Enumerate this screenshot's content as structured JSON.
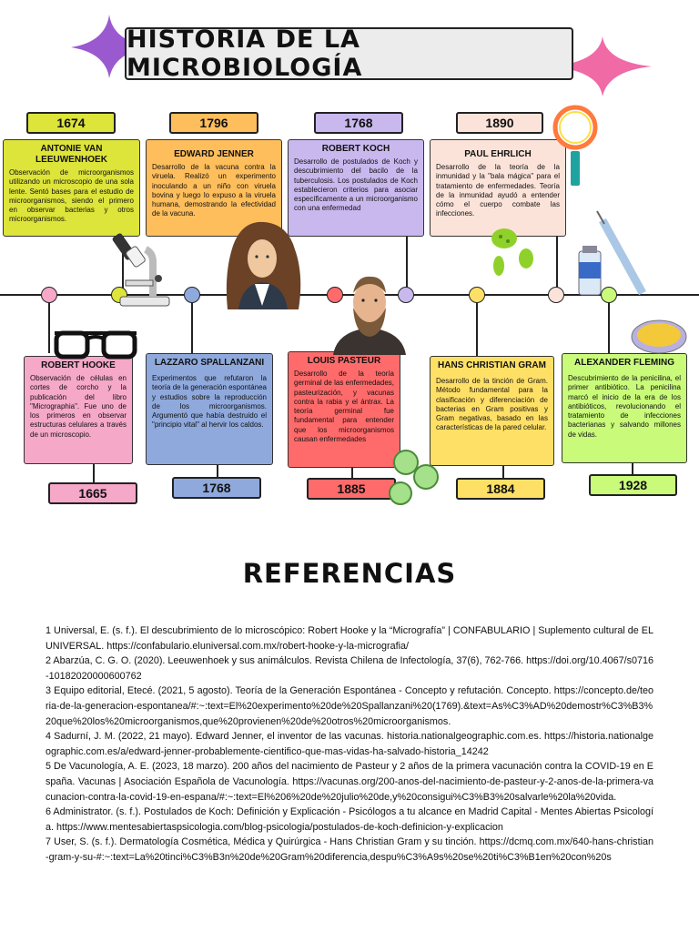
{
  "title": "HISTORIA DE LA MICROBIOLOGÍA",
  "top_events": [
    {
      "year": "1674",
      "name": "ANTONIE VAN LEEUWENHOEK",
      "desc": "Observación de microorganismos utilizando un microscopio de una sola lente. Sentó bases para el estudio de microorganismos, siendo el primero en observar bacterias y otros microorganismos."
    },
    {
      "year": "1796",
      "name": "EDWARD JENNER",
      "desc": "Desarrollo de la vacuna contra la viruela. Realizó un experimento inoculando a un niño con viruela bovina y luego lo expuso a la viruela humana, demostrando la efectividad de la vacuna."
    },
    {
      "year": "1768",
      "name": "ROBERT KOCH",
      "desc": "Desarrollo de postulados de Koch y descubrimiento del bacilo de la tuberculosis. Los postulados de Koch establecieron criterios para asociar específicamente a un microorganismo con una enfermedad"
    },
    {
      "year": "1890",
      "name": "PAUL EHRLICH",
      "desc": "Desarrollo de la teoría de la inmunidad y la \"bala mágica\" para el tratamiento de enfermedades. Teoría de la inmunidad ayudó a entender cómo el cuerpo combate las infecciones."
    }
  ],
  "bottom_events": [
    {
      "year": "1665",
      "name": "ROBERT HOOKE",
      "desc": "Observación de células en cortes de corcho y la publicación del libro \"Micrographia\". Fue uno de los primeros en observar estructuras celulares a través de un microscopio."
    },
    {
      "year": "1768",
      "name": "LAZZARO SPALLANZANI",
      "desc": "Experimentos que refutaron la teoría de la generación espontánea y estudios sobre la reproducción de los microorganismos. Argumentó que había destruido el \"principio vital\" al hervir los caldos."
    },
    {
      "year": "1885",
      "name": "LOUIS PASTEUR",
      "desc": "Desarrollo de la teoría germinal de las enfermedades, pasteurización, y vacunas contra la rabia y el ántrax. La teoría germinal fue fundamental para entender que los microorganismos causan enfermedades"
    },
    {
      "year": "1884",
      "name": "HANS CHRISTIAN GRAM",
      "desc": "Desarrollo de la tinción de Gram. Método fundamental para la clasificación y diferenciación de bacterias en Gram positivas y Gram negativas, basado en las características de la pared celular."
    },
    {
      "year": "1928",
      "name": "ALEXANDER FLEMING",
      "desc": "Descubrimiento de la penicilina, el primer antibiótico. La penicilina marcó el inicio de la era de los antibióticos, revolucionando el tratamiento de infecciones bacterianas y salvando millones de vidas."
    }
  ],
  "icons": [
    "microscope-icon",
    "portrait-jenner",
    "portrait-pasteur",
    "glasses-icon",
    "magnifier-icon",
    "bacteria-icon",
    "vaccine-icon",
    "petri-dish-icon",
    "sparkle-icon"
  ],
  "colors": {
    "lime": "#dde43a",
    "orange": "#ffbe5c",
    "lavender": "#c9b8ee",
    "peach": "#fbe3da",
    "pink": "#f5a8c8",
    "blue": "#8fa9dc",
    "red": "#ff6b6b",
    "yellow": "#ffe066",
    "green": "#c9fa7a"
  },
  "refs_title": "REFERENCIAS",
  "references": [
    "1 Universal, E. (s. f.). El descubrimiento de lo microscópico: Robert Hooke y la “Micrografía” | CONFABULARIO | Suplemento cultural de EL UNIVERSAL. https://confabulario.eluniversal.com.mx/robert-hooke-y-la-micrografia/",
    "2 Abarzúa, C. G. O. (2020). Leeuwenhoek y sus animálculos. Revista Chilena de Infectología, 37(6), 762-766. https://doi.org/10.4067/s0716-10182020000600762",
    "3 Equipo editorial, Etecé. (2021, 5 agosto). Teoría de la Generación Espontánea - Concepto y refutación. Concepto. https://concepto.de/teoria-de-la-generacion-espontanea/#:~:text=El%20experimento%20de%20Spallanzani%20(1769).&text=As%C3%AD%20demostr%C3%B3%20que%20los%20microorganismos,que%20provienen%20de%20otros%20microorganismos.",
    "4 Sadurní, J. M. (2022, 21 mayo). Edward Jenner, el inventor de las vacunas. historia.nationalgeographic.com.es. https://historia.nationalgeographic.com.es/a/edward-jenner-probablemente-cientifico-que-mas-vidas-ha-salvado-historia_14242",
    "5 De Vacunología, A. E. (2023, 18 marzo). 200 años del nacimiento de Pasteur y 2 años de la primera vacunación contra la COVID-19 en España. Vacunas | Asociación Española de Vacunología. https://vacunas.org/200-anos-del-nacimiento-de-pasteur-y-2-anos-de-la-primera-vacunacion-contra-la-covid-19-en-espana/#:~:text=El%206%20de%20julio%20de,y%20consigui%C3%B3%20salvarle%20la%20vida.",
    "6 Administrator. (s. f.). Postulados de Koch: Definición y Explicación - Psicólogos a tu alcance en Madrid Capital - Mentes Abiertas Psicología. https://www.mentesabiertaspsicologia.com/blog-psicologia/postulados-de-koch-definicion-y-explicacion",
    "7 User, S. (s. f.). Dermatología Cosmética, Médica y Quirúrgica - Hans Christian Gram y su tinción. https://dcmq.com.mx/640-hans-christian-gram-y-su-#:~:text=La%20tinci%C3%B3n%20de%20Gram%20diferencia,despu%C3%A9s%20se%20ti%C3%B1en%20con%20s"
  ]
}
